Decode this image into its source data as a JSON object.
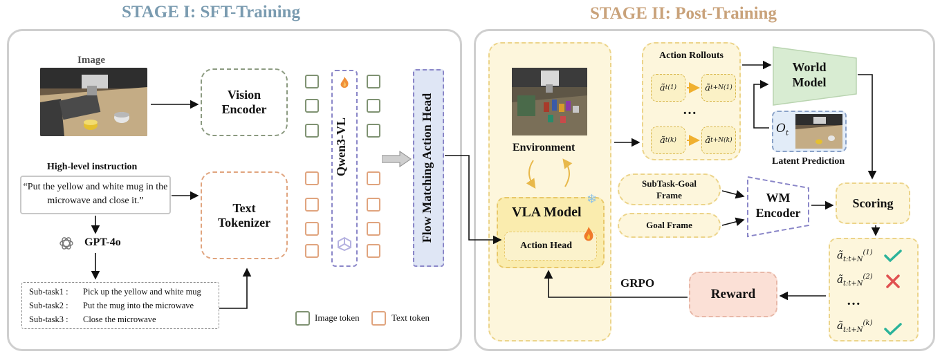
{
  "stage1": {
    "title": "STAGE I: SFT-Training",
    "title_color": "#7a9bb0",
    "image_label": "Image",
    "vision_encoder": "Vision Encoder",
    "instruction_title": "High-level instruction",
    "instruction_text": "“Put the yellow and white mug in the microwave and close it.”",
    "text_tokenizer": "Text Tokenizer",
    "gpt_label": "GPT-4o",
    "subtasks": [
      {
        "key": "Sub-task1 :",
        "value": "Pick up the yellow and white mug"
      },
      {
        "key": "Sub-task2 :",
        "value": "Put the mug into the microwave"
      },
      {
        "key": "Sub-task3 :",
        "value": "Close the microwave"
      }
    ],
    "qwen_label": "Qwen3-VL",
    "flow_head": "Flow Matching Action Head",
    "legend_image_token": "Image token",
    "legend_text_token": "Text token"
  },
  "stage2": {
    "title": "STAGE II: Post-Training",
    "title_color": "#c9a27a",
    "environment": "Environment",
    "vla_model": "VLA Model",
    "action_head": "Action Head",
    "action_rollouts": "Action Rollouts",
    "rollout_dots": "…",
    "world_model": "World Model",
    "latent_prediction": "Latent Prediction",
    "obs_symbol": "O",
    "obs_sub": "t",
    "subtask_goal_frame": "SubTask-Goal Frame",
    "goal_frame": "Goal Frame",
    "wm_encoder": "WM Encoder",
    "scoring": "Scoring",
    "grpo": "GRPO",
    "reward": "Reward",
    "results_dots": "…"
  },
  "colors": {
    "green": "#7f9272",
    "orange": "#e0a47e",
    "purple": "#8a86c8",
    "yellow_border": "#e8c86a",
    "check": "#2bb39a",
    "cross": "#e05050"
  }
}
